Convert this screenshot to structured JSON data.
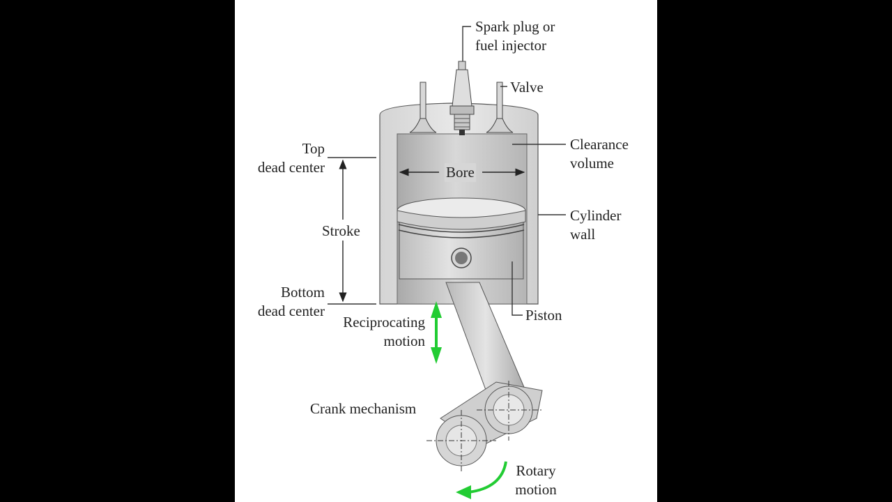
{
  "labels": {
    "spark_plug": [
      "Spark plug or",
      "fuel injector"
    ],
    "valve": "Valve",
    "clearance_volume": [
      "Clearance",
      "volume"
    ],
    "top_dead_center": [
      "Top",
      "dead center"
    ],
    "bore": "Bore",
    "cylinder_wall": [
      "Cylinder",
      "wall"
    ],
    "stroke": "Stroke",
    "bottom_dead_center": [
      "Bottom",
      "dead center"
    ],
    "piston": "Piston",
    "reciprocating_motion": [
      "Reciprocating",
      "motion"
    ],
    "crank_mechanism": "Crank mechanism",
    "rotary_motion": [
      "Rotary",
      "motion"
    ]
  },
  "colors": {
    "background": "#000000",
    "panel": "#ffffff",
    "metal_light": "#e6e6e6",
    "metal_mid": "#c4c4c4",
    "metal_dark": "#8e8e8e",
    "outline": "#2a2a2a",
    "motion_arrow": "#22cc33"
  }
}
